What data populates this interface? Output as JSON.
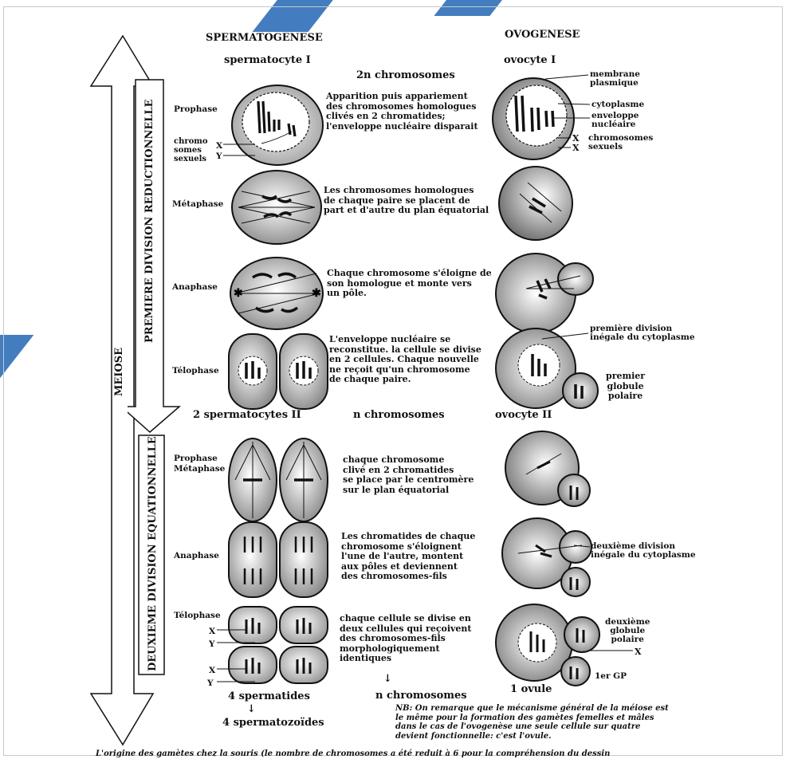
{
  "headers": {
    "spermatogenese": "SPERMATOGENESE",
    "ovogenese": "OVOGENESE",
    "spermatocyte1": "spermatocyte I",
    "chrom2n": "2n chromosomes",
    "ovocyte1": "ovocyte I",
    "spermatocytes2": "2 spermatocytes II",
    "chromn": "n chromosomes",
    "ovocyte2": "ovocyte II",
    "spermatides": "4 spermatides",
    "arrow": "↓",
    "spermatozoides": "4 spermatozoïdes",
    "chromn_final": "n chromosomes",
    "ovule": "1 ovule"
  },
  "side_labels": {
    "meiose": "MEIOSE",
    "premiere": "PREMIERE DIVISION REDUCTIONNELLE",
    "deuxieme": "DEUXIEME DIVISION EQUATIONNELLE"
  },
  "stages": {
    "prophase": "Prophase",
    "metaphase": "Métaphase",
    "anaphase": "Anaphase",
    "telophase": "Télophase",
    "prophase_metaphase": "Prophase\nMétaphase",
    "anaphase2": "Anaphase",
    "telophase2": "Télophase"
  },
  "labels": {
    "chromosomes_sexuels": "chromo\nsomes\nsexuels",
    "x": "X",
    "y": "Y",
    "membrane": "membrane\nplasmique",
    "cytoplasme": "cytoplasme",
    "enveloppe": "enveloppe\nnucléaire",
    "chrom_sexuels_right": "chromosomes\nsexuels",
    "premiere_division": "première division\ninégale du cytoplasme",
    "premier_globule": "premier\nglobule\npolaire",
    "deuxieme_division": "deuxième division\ninégale du cytoplasme",
    "deuxieme_globule": "deuxième\nglobule\npolaire",
    "first_gp": "1er GP"
  },
  "descriptions": {
    "d1": "Apparition puis appariement\ndes chromosomes homologues\nclivés en 2 chromatides;\nl'enveloppe nucléaire disparait",
    "d2": "Les chromosomes homologues\nde chaque paire se placent de\npart et d'autre du plan équatorial",
    "d3": "Chaque chromosome s'éloigne de\nson homologue et monte vers\nun pôle.",
    "d4": "L'enveloppe nucléaire se\nreconstitue. la cellule se divise\nen 2 cellules. Chaque nouvelle\nne reçoit qu'un chromosome\nde chaque paire.",
    "d5": "chaque chromosome\nclivé en 2 chromatides\nse place par le centromère\nsur le plan équatorial",
    "d6": "Les chromatides de chaque\nchromosome s'éloignent\nl'une de l'autre, montent\naux pôles et deviennent\ndes chromosomes-fils",
    "d7": "chaque cellule se divise en\ndeux cellules qui reçoivent\ndes chromosomes-fils\nmorphologiquement\nidentiques"
  },
  "nb": "NB: On remarque que le mécanisme général de la méiose est\nle même pour la formation des gamètes femelles et mâles\ndans le cas de l'ovogenèse une seule cellule sur quatre\ndevient fonctionnelle: c'est l'ovule.",
  "caption": "L'origine des gamètes chez la souris (le nombre de chromosomes a été reduit à 6 pour la compréhension du dessin",
  "colors": {
    "accent": "#2f6fb8",
    "ink": "#111111"
  }
}
